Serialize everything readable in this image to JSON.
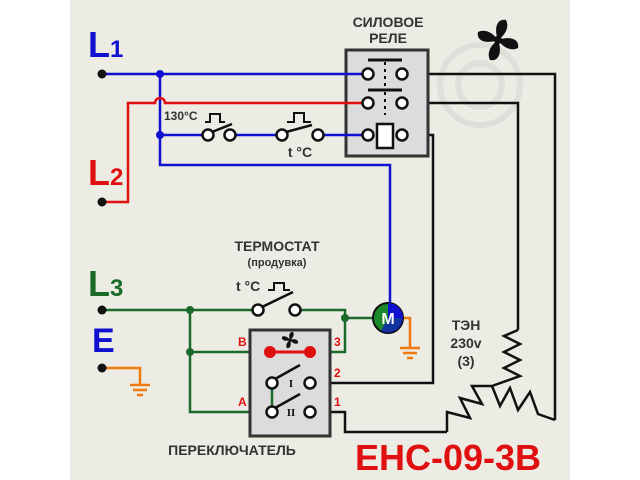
{
  "title": "ЕНС-09-3В",
  "lines": {
    "L1": {
      "letter": "L",
      "index": "1",
      "color": "#1010d0"
    },
    "L2": {
      "letter": "L",
      "index": "2",
      "color": "#e01010"
    },
    "L3": {
      "letter": "L",
      "index": "3",
      "color": "#1a6b2a"
    },
    "E": {
      "letter": "E",
      "color": "#1010d0"
    }
  },
  "relay": {
    "title_line1": "СИЛОВОЕ",
    "title_line2": "РЕЛЕ"
  },
  "thermal_switches": {
    "overheat": "130°C",
    "thermostat": "t °C"
  },
  "thermostat": {
    "title": "ТЕРМОСТАТ",
    "subtitle": "(продувка)",
    "label": "t °C"
  },
  "motor": {
    "label": "M"
  },
  "selector": {
    "title": "ПЕРЕКЛЮЧАТЕЛЬ",
    "terminal_b": "B",
    "terminal_a": "A",
    "terminal_3": "3",
    "terminal_2": "2",
    "terminal_1": "1",
    "position_1": "I",
    "position_2": "II"
  },
  "heater": {
    "line1": "ТЭН",
    "line2": "230v",
    "line3": "(3)"
  },
  "colors": {
    "background": "#ecebe4",
    "wire_black": "#111111",
    "ground": "#f07a10",
    "accent_red": "#e01010"
  }
}
